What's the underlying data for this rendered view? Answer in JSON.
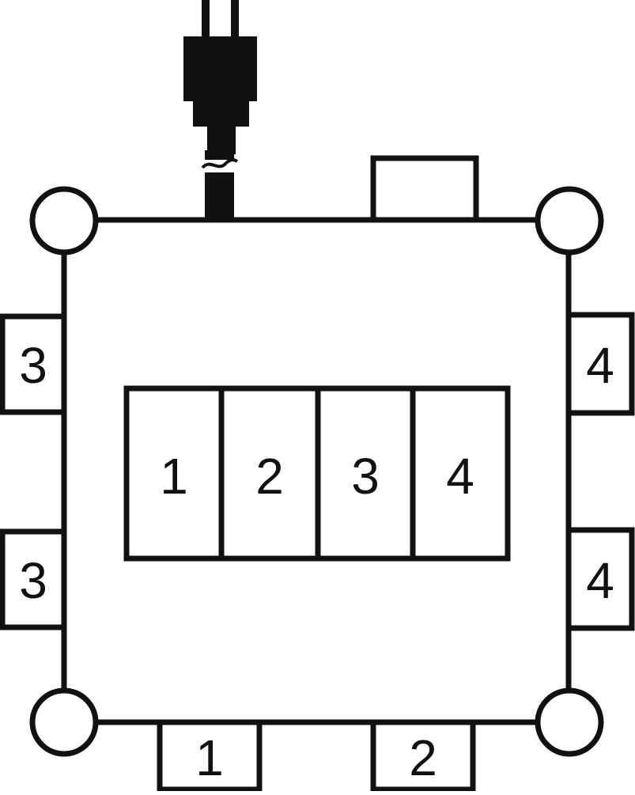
{
  "colors": {
    "stroke": "#111111",
    "fill": "#ffffff",
    "plug": "#111111"
  },
  "diagram": {
    "center_panel": {
      "slots": [
        "1",
        "2",
        "3",
        "4"
      ]
    },
    "outlets": {
      "left_upper": "3",
      "left_lower": "3",
      "right_upper": "4",
      "right_lower": "4",
      "bottom_left": "1",
      "bottom_right": "2",
      "top": ""
    }
  }
}
